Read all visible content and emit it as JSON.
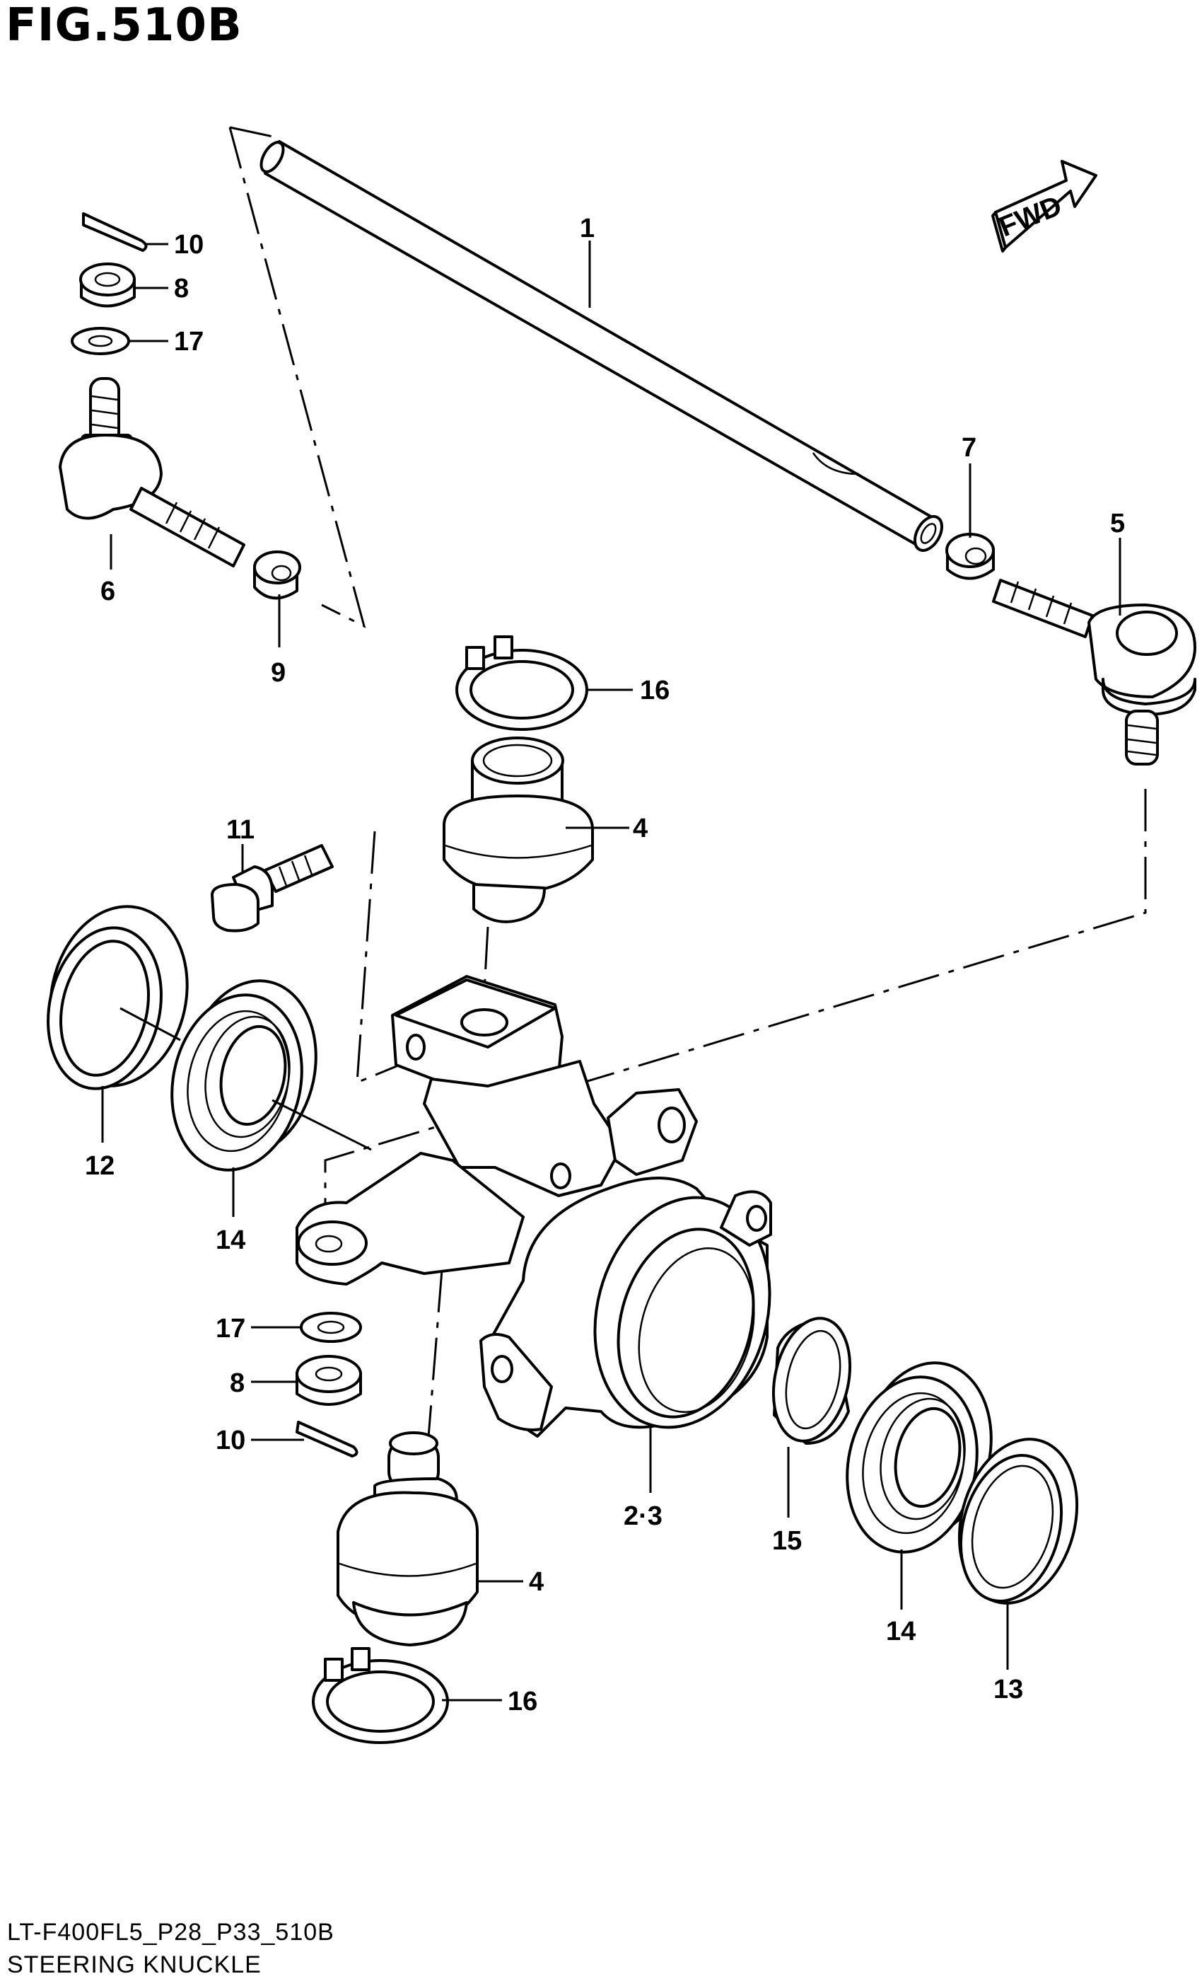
{
  "header": {
    "title": "FIG.510B"
  },
  "footer": {
    "model_code": "LT-F400FL5_P28_P33_510B",
    "section_name": "STEERING KNUCKLE"
  },
  "direction_indicator": {
    "label": "FWD",
    "icon": "forward-arrow-icon"
  },
  "callouts": {
    "c1": "1",
    "c23": "2·3",
    "c4a": "4",
    "c4b": "4",
    "c5": "5",
    "c6": "6",
    "c7": "7",
    "c8a": "8",
    "c8b": "8",
    "c9": "9",
    "c10a": "10",
    "c10b": "10",
    "c11": "11",
    "c12": "12",
    "c13": "13",
    "c14a": "14",
    "c14b": "14",
    "c15": "15",
    "c16a": "16",
    "c16b": "16",
    "c17a": "17",
    "c17b": "17"
  }
}
